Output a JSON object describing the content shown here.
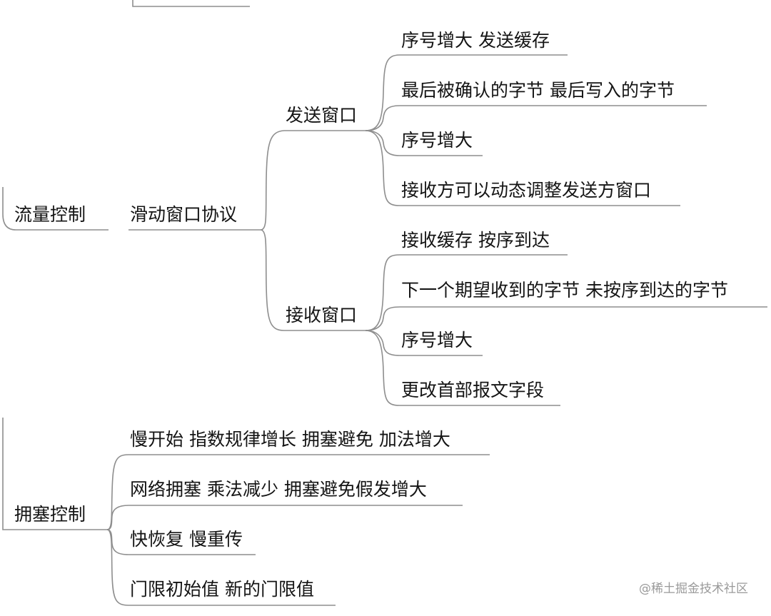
{
  "mindmap": {
    "flow_control": {
      "label": "流量控制",
      "sliding_window": {
        "label": "滑动窗口协议",
        "send_window": {
          "label": "发送窗口",
          "items": [
            "序号增大 发送缓存",
            "最后被确认的字节 最后写入的字节",
            "序号增大",
            "接收方可以动态调整发送方窗口"
          ]
        },
        "receive_window": {
          "label": "接收窗口",
          "items": [
            "接收缓存 按序到达",
            "下一个期望收到的字节 未按序到达的字节",
            "序号增大",
            "更改首部报文字段"
          ]
        }
      }
    },
    "congestion_control": {
      "label": "拥塞控制",
      "items": [
        "慢开始 指数规律增长 拥塞避免 加法增大",
        "网络拥塞 乘法减少 拥塞避免假发增大",
        "快恢复 慢重传",
        "门限初始值 新的门限值"
      ]
    }
  },
  "watermark": "@稀土掘金技术社区",
  "colors": {
    "line": "#8e8e8e",
    "text": "#141414",
    "watermark": "#9a9a9a"
  }
}
